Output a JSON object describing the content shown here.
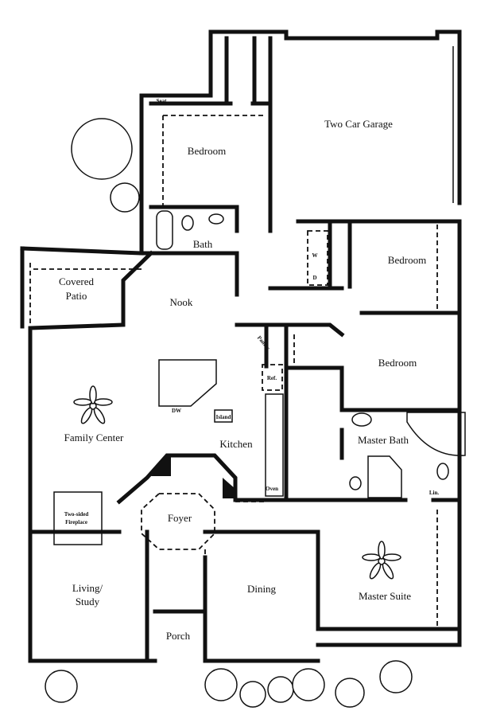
{
  "title": "Floor Plan",
  "rooms": {
    "garage": "Two Car Garage",
    "bedroom1": "Bedroom",
    "bedroom2": "Bedroom",
    "bedroom3": "Bedroom",
    "bath": "Bath",
    "patio1": "Covered",
    "patio2": "Patio",
    "nook": "Nook",
    "kitchen": "Kitchen",
    "family": "Family Center",
    "master_bath": "Master Bath",
    "foyer": "Foyer",
    "living1": "Living/",
    "living2": "Study",
    "dining": "Dining",
    "porch": "Porch",
    "master_suite": "Master Suite"
  },
  "fixtures": {
    "seat": "Seat",
    "washer": "W",
    "dryer": "D",
    "pantry": "Pantry",
    "ref": "Ref.",
    "island": "Island",
    "dw": "DW",
    "oven": "Oven",
    "linen": "Lin.",
    "fireplace1": "Two-sided",
    "fireplace2": "Fireplace"
  }
}
